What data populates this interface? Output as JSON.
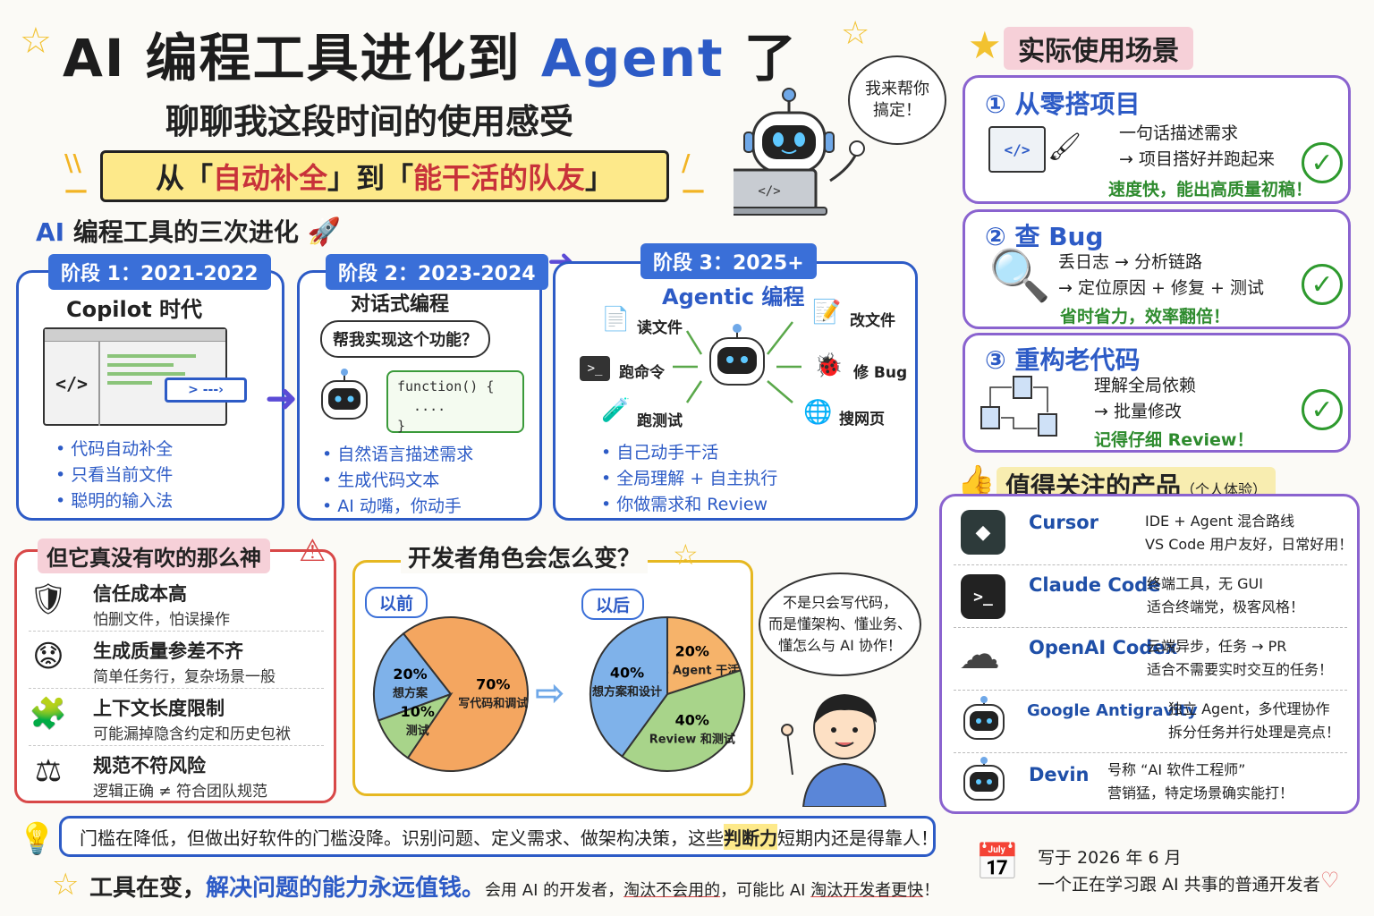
{
  "header": {
    "title_prefix": "AI 编程工具进化到",
    "title_agent": "Agent",
    "title_suffix": "了",
    "subtitle": "聊聊我这段时间的使用感受",
    "banner_a": "从「",
    "banner_b": "自动补全",
    "banner_c": "」到「",
    "banner_d": "能干活的队友",
    "banner_e": "」",
    "bot_bubble": "我来帮你\n搞定！"
  },
  "evolution": {
    "title_ai": "AI",
    "title_rest": "编程工具的三次进化",
    "stage1": {
      "tag": "阶段 1：2021-2022",
      "name": "Copilot 时代",
      "code_glyph": "</>",
      "suggest": "> ---›",
      "bullets": [
        "代码自动补全",
        "只看当前文件",
        "聪明的输入法"
      ]
    },
    "stage2": {
      "tag": "阶段 2：2023-2024",
      "name": "对话式编程",
      "ask": "帮我实现这个功能？",
      "code_lines": [
        "function() {",
        "  ....",
        "}"
      ],
      "bullets": [
        "自然语言描述需求",
        "生成代码文本",
        "AI 动嘴，你动手"
      ]
    },
    "stage3": {
      "tag": "阶段 3：2025+",
      "name": "Agentic 编程",
      "actions": {
        "read": "读文件",
        "cmd": "跑命令",
        "test": "跑测试",
        "edit": "改文件",
        "bug": "修 Bug",
        "web": "搜网页"
      },
      "bullets": [
        "自己动手干活",
        "全局理解 + 自主执行",
        "你做需求和 Review"
      ]
    }
  },
  "scenes": {
    "title": "实际使用场景",
    "items": [
      {
        "num": "①",
        "title": "从零搭项目",
        "lines": [
          "一句话描述需求",
          "→ 项目搭好并跑起来"
        ],
        "note": "速度快，能出高质量初稿！"
      },
      {
        "num": "②",
        "title": "查 Bug",
        "lines": [
          "丢日志 → 分析链路",
          "→ 定位原因 + 修复 + 测试"
        ],
        "note": "省时省力，效率翻倍！"
      },
      {
        "num": "③",
        "title": "重构老代码",
        "lines": [
          "理解全局依赖",
          "→ 批量修改"
        ],
        "note": "记得仔细 Review！"
      }
    ]
  },
  "products": {
    "title": "值得关注的产品",
    "title_note": "（个人体验）",
    "items": [
      {
        "name": "Cursor",
        "desc1": "IDE + Agent 混合路线",
        "desc2": "VS Code 用户友好，日常好用！"
      },
      {
        "name": "Claude Code",
        "desc1": "终端工具，无 GUI",
        "desc2": "适合终端党，极客风格！"
      },
      {
        "name": "OpenAI Codex",
        "desc1": "云端异步，任务 → PR",
        "desc2": "适合不需要实时交互的任务！"
      },
      {
        "name": "Google Antigravity",
        "desc1": "独立 Agent，多代理协作",
        "desc2": "拆分任务并行处理是亮点！"
      },
      {
        "name": "Devin",
        "desc1": "号称 “AI 软件工程师”",
        "desc2": "营销猛，特定场景确实能打！"
      }
    ]
  },
  "warnings": {
    "title": "但它真没有吹的那么神",
    "items": [
      {
        "title": "信任成本高",
        "sub": "怕删文件，怕误操作"
      },
      {
        "title": "生成质量参差不齐",
        "sub": "简单任务行，复杂场景一般"
      },
      {
        "title": "上下文长度限制",
        "sub": "可能漏掉隐含约定和历史包袱"
      },
      {
        "title": "规范不符风险",
        "sub": "逻辑正确 ≠ 符合团队规范"
      }
    ]
  },
  "roles": {
    "title": "开发者角色会怎么变？",
    "before_label": "以前",
    "after_label": "以后",
    "before": [
      {
        "pct": "20%",
        "name": "想方案",
        "value": 20,
        "color": "#7fb2ea"
      },
      {
        "pct": "70%",
        "name": "写代码和调试",
        "value": 70,
        "color": "#f4a660"
      },
      {
        "pct": "10%",
        "name": "测试",
        "value": 10,
        "color": "#a8d48a"
      }
    ],
    "after": [
      {
        "pct": "20%",
        "name": "指挥 Agent 干活",
        "value": 20,
        "color": "#f6b36a"
      },
      {
        "pct": "40%",
        "name": "Review 和测试",
        "value": 40,
        "color": "#a8d48a"
      },
      {
        "pct": "40%",
        "name": "想方案和设计",
        "value": 40,
        "color": "#7fb2ea"
      }
    ],
    "person_bubble": "不是只会写代码，\n而是懂架构、懂业务、\n懂怎么与 AI 协作！"
  },
  "footer": {
    "tip_a": "门槛在降低，但做出好软件的门槛没降。识别问题、定义需求、做架构决策，这些",
    "tip_hl": "判断力",
    "tip_b": "短期内还是得靠人！",
    "final_a": "工具在变，",
    "final_b": "解决问题的能力永远值钱。",
    "final_c": "会用 AI 的开发者，",
    "final_d": "淘汰不会用的",
    "final_e": "，可能比 AI ",
    "final_f": "淘汰开发者更快",
    "final_g": "！",
    "date": "写于 2026 年 6 月",
    "author": "一个正在学习跟 AI 共事的普通开发者"
  }
}
